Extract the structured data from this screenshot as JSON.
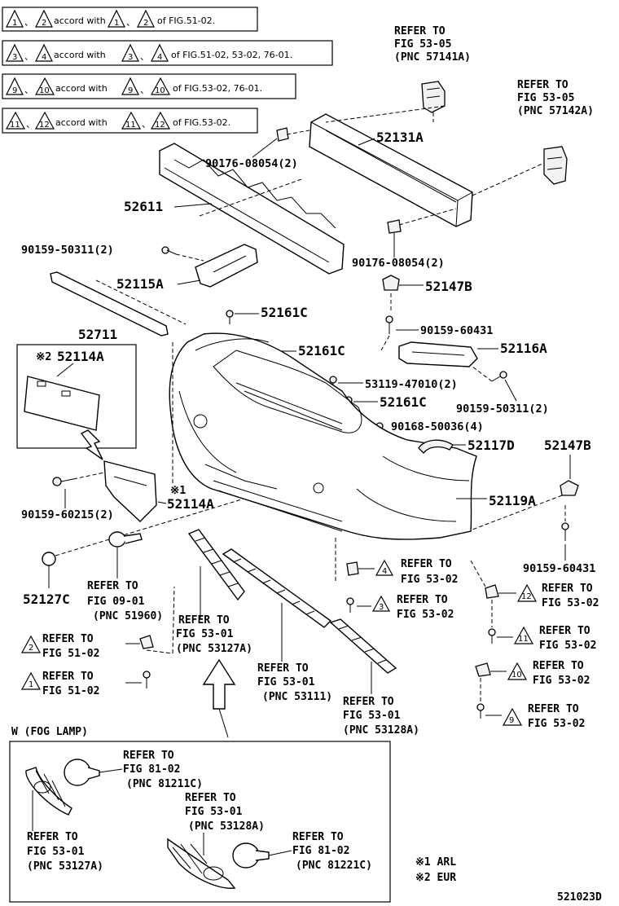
{
  "notes": [
    {
      "n1": "1",
      "n2": "2",
      "pre": "、",
      "mid": "accord with",
      "suf": "of FIG.51-02."
    },
    {
      "n1": "3",
      "n2": "4",
      "pre": "、",
      "mid": "accord with",
      "suf": "of FIG.51-02, 53-02, 76-01."
    },
    {
      "n1": "9",
      "n2": "10",
      "pre": "、",
      "mid": "accord with",
      "suf": "of FIG.53-02, 76-01."
    },
    {
      "n1": "11",
      "n2": "12",
      "pre": "、",
      "mid": "accord with",
      "suf": "of FIG.53-02."
    }
  ],
  "parts": {
    "p52131A": "52131A",
    "p52611": "52611",
    "p90176a": "90176-08054(2)",
    "p90176b": "90176-08054(2)",
    "p90159_50311a": "90159-50311(2)",
    "p52115A": "52115A",
    "p52147Ba": "52147B",
    "p52711": "52711",
    "p52161Ca": "52161C",
    "p90159_60431a": "90159-60431",
    "p52161Cb": "52161C",
    "p52116A": "52116A",
    "p52114Aa": "52114A",
    "p52114Aa_mark": "※2",
    "p53119": "53119-47010(2)",
    "p52161Cc": "52161C",
    "p90159_50311b": "90159-50311(2)",
    "p90168": "90168-50036(4)",
    "p52117D": "52117D",
    "p52147Bb": "52147B",
    "p52119A": "52119A",
    "p52114Ab": "52114A",
    "p52114Ab_mark": "※1",
    "p90159_60215": "90159-60215(2)",
    "p90159_60431b": "90159-60431",
    "p52127C": "52127C"
  },
  "refs": {
    "r57141A": [
      "REFER TO",
      "FIG 53-05",
      "(PNC 57141A)"
    ],
    "r57142A": [
      "REFER TO",
      "FIG 53-05",
      "(PNC 57142A)"
    ],
    "r51960": [
      "REFER TO",
      "FIG 09-01",
      "(PNC 51960)"
    ],
    "r53127A": [
      "REFER TO",
      "FIG 53-01",
      "(PNC 53127A)"
    ],
    "r53111": [
      "REFER TO",
      "FIG 53-01",
      "(PNC 53111)"
    ],
    "r53128A": [
      "REFER TO",
      "FIG 53-01",
      "(PNC 53128A)"
    ],
    "r4": [
      "REFER TO",
      "FIG 53-02"
    ],
    "r3": [
      "REFER TO",
      "FIG 53-02"
    ],
    "r12": [
      "REFER TO",
      "FIG 53-02"
    ],
    "r11": [
      "REFER TO",
      "FIG 53-02"
    ],
    "r10": [
      "REFER TO",
      "FIG 53-02"
    ],
    "r9": [
      "REFER TO",
      "FIG 53-02"
    ],
    "r2": [
      "REFER TO",
      "FIG 51-02"
    ],
    "r1": [
      "REFER TO",
      "FIG 51-02"
    ]
  },
  "tri_nums": {
    "t4": "4",
    "t3": "3",
    "t12": "12",
    "t11": "11",
    "t10": "10",
    "t9": "9",
    "t2": "2",
    "t1": "1"
  },
  "fog": {
    "title": "W (FOG LAMP)",
    "r81211C": [
      "REFER TO",
      "FIG 81-02",
      "(PNC 81211C)"
    ],
    "r53128A": [
      "REFER TO",
      "FIG 53-01",
      "(PNC 53128A)"
    ],
    "r53127A": [
      "REFER TO",
      "FIG 53-01",
      "(PNC 53127A)"
    ],
    "r81221C": [
      "REFER TO",
      "FIG 81-02",
      "(PNC 81221C)"
    ]
  },
  "legend": [
    "※1 ARL",
    "※2 EUR"
  ],
  "drawing_number": "521023D"
}
